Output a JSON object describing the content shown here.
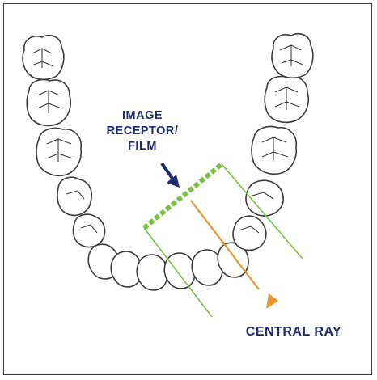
{
  "labels": {
    "receptor_line1": "IMAGE",
    "receptor_line2": "RECEPTOR/",
    "receptor_line3": "FILM",
    "central_ray": "CENTRAL RAY"
  },
  "colors": {
    "label_text": "#1f2a6e",
    "film": "#7bc043",
    "beam_lines": "#7bc043",
    "central_ray": "#e8962a",
    "arrow_pointer": "#1f2a6e",
    "tooth_outline": "#3a3a3a"
  }
}
